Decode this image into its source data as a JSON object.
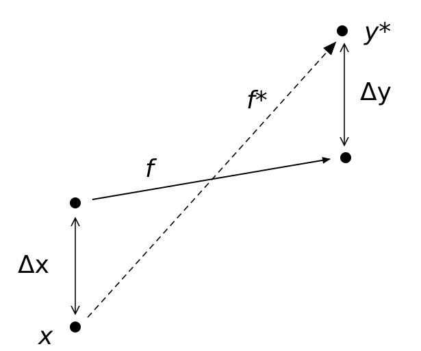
{
  "labels": {
    "x": "x",
    "delta_x": "Δx",
    "f": "f",
    "f_star": "f*",
    "delta_y": "Δy",
    "y_star": "y*"
  },
  "colors": {
    "ink": "#000000",
    "background": "#ffffff"
  }
}
